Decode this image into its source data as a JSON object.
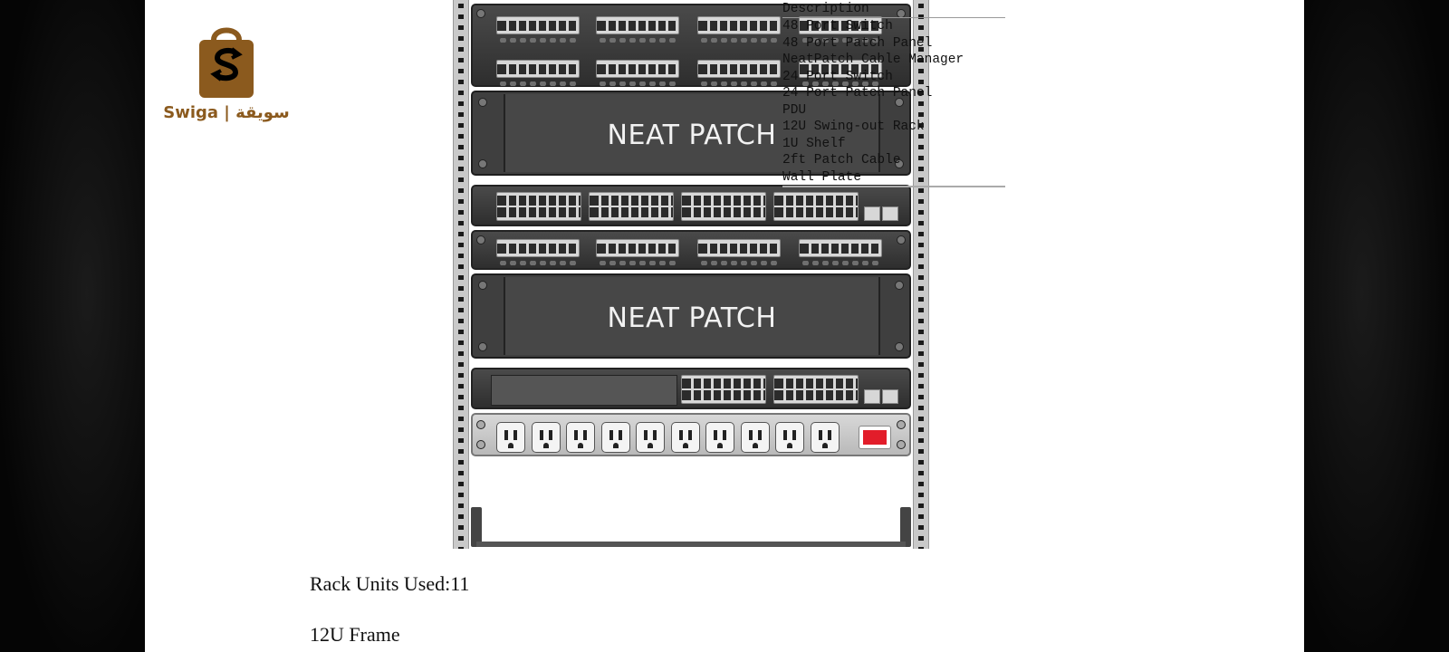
{
  "watermark": {
    "brand_text": "Swiga | سويقة"
  },
  "legend": {
    "header": "Description",
    "items": [
      "48 Port Switch",
      "48 Port Patch Panel",
      "NeatPatch Cable Manager",
      "24 Port Switch",
      "24 Port Patch Panel",
      "PDU",
      "12U Swing-out Rack",
      "1U Shelf",
      "2ft Patch Cable",
      "Wall Plate"
    ]
  },
  "rack": {
    "neat_label_1": "NEAT PATCH",
    "neat_label_2": "NEAT PATCH",
    "pdu_outlet_count": 10,
    "pdu_switch_color": "#e21d2a"
  },
  "captions": {
    "units_used": "Rack Units Used:11",
    "frame": "12U Frame"
  },
  "colors": {
    "brand": "#8b5a1e",
    "device_dark": "#3f3f3f",
    "port": "#d7d7d7"
  }
}
